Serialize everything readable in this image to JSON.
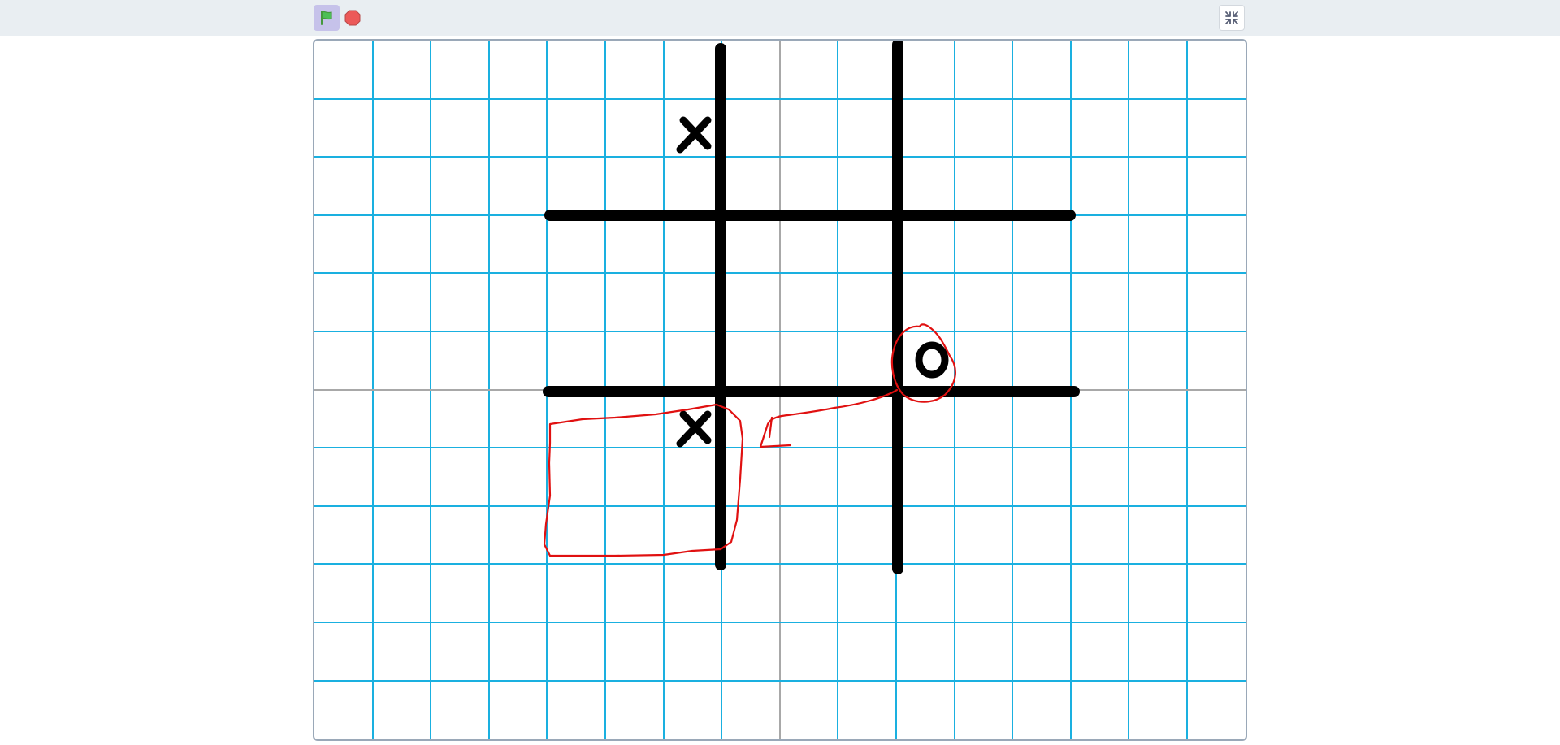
{
  "toolbar": {
    "green_flag_icon": "green-flag-icon",
    "stop_icon": "stop-sign-icon",
    "fullscreen_icon": "exit-fullscreen-icon"
  },
  "colors": {
    "toolbar_bg": "#e9eef2",
    "flag_active_bg": "#c6c2ea",
    "flag_green": "#4cbf56",
    "stop_red": "#ec5959",
    "grid_blue": "#1ab0e0",
    "axis_grey": "#a8a8a8",
    "board_lines": "#000000",
    "annotation_red": "#e01010"
  },
  "board": {
    "marks": [
      {
        "symbol": "X",
        "cell": "top-left"
      },
      {
        "symbol": "O",
        "cell": "middle-right"
      },
      {
        "symbol": "X",
        "cell": "bottom-left"
      }
    ]
  }
}
